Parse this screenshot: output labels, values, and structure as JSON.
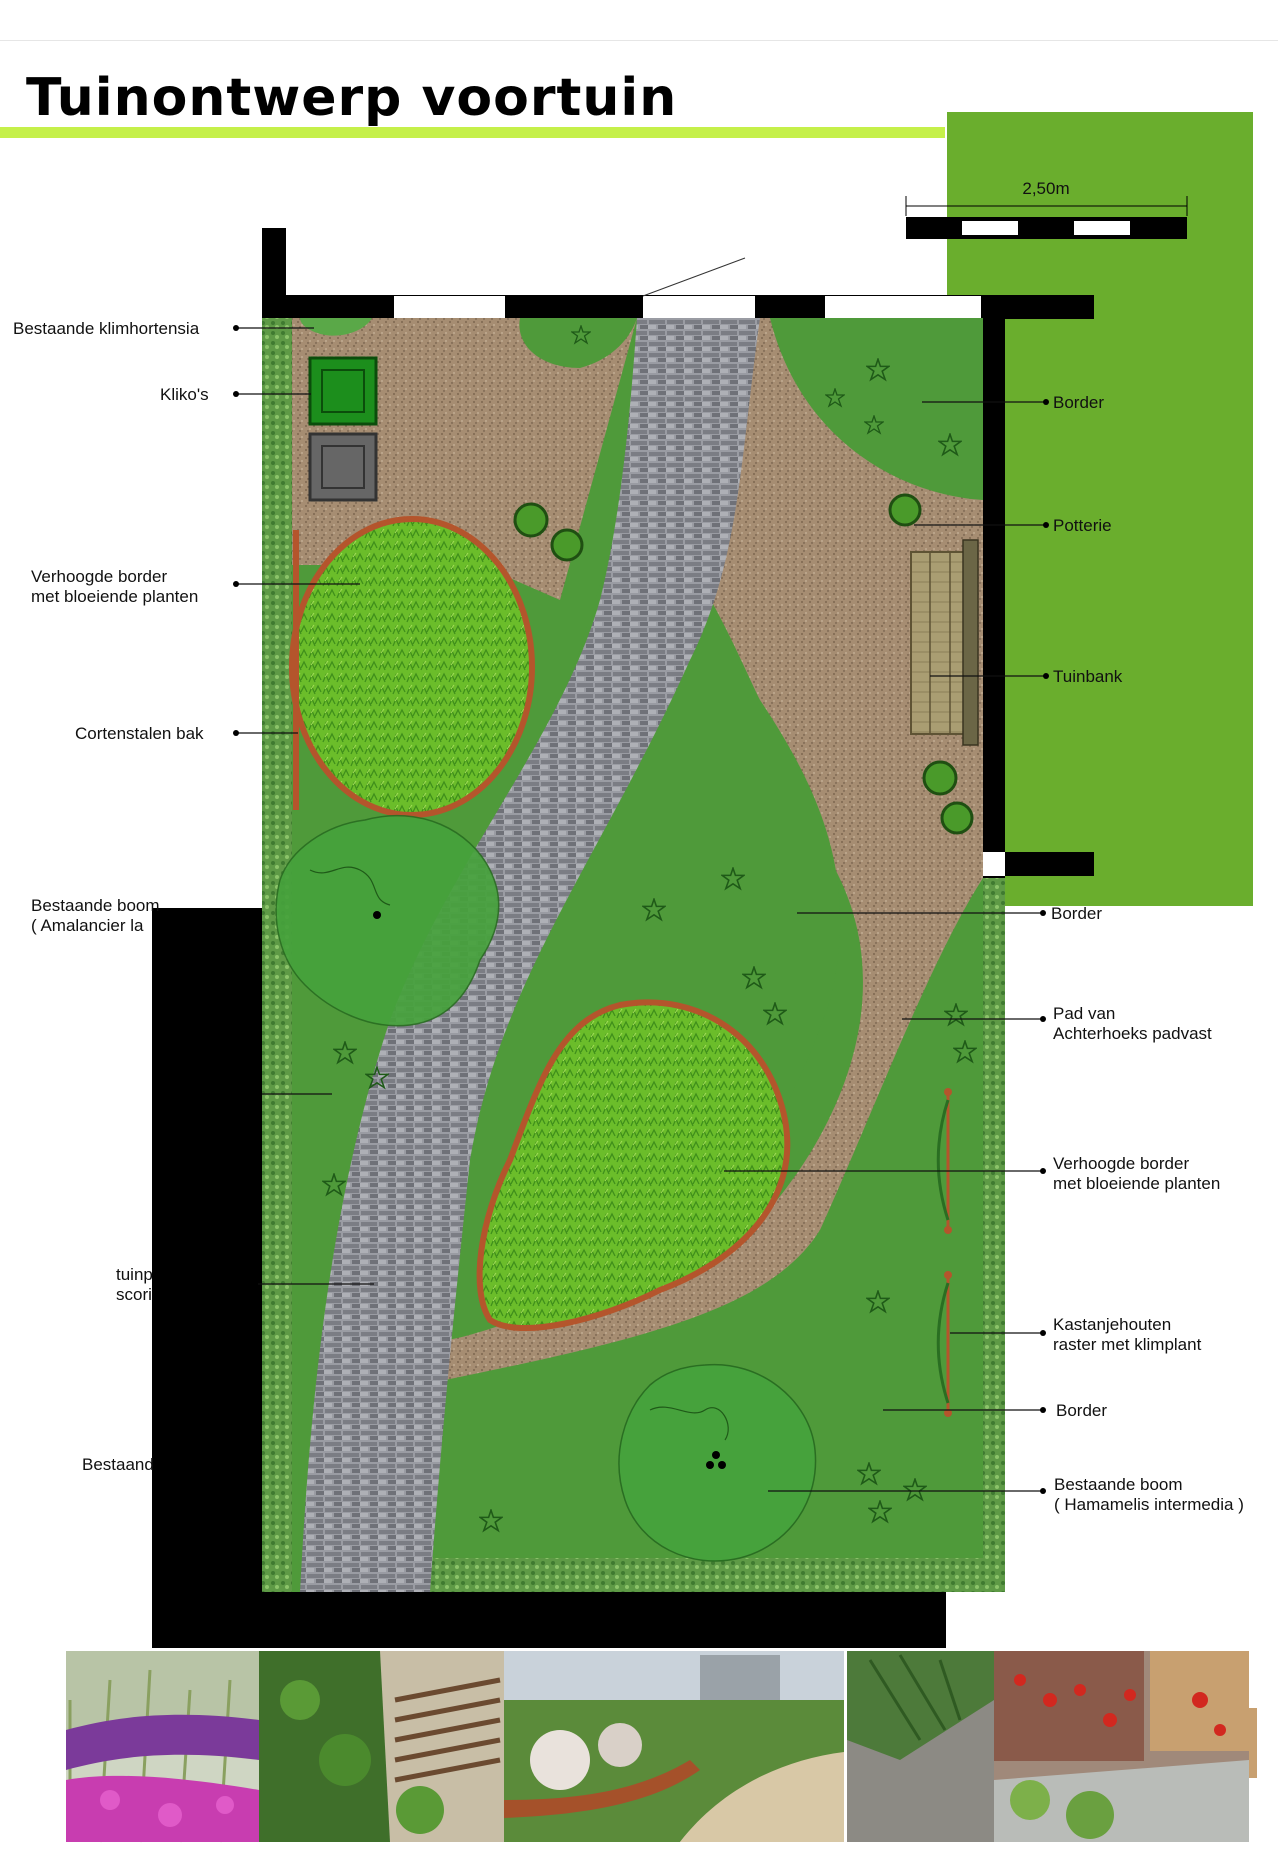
{
  "title": "Tuinontwerp voortuin",
  "scale_label": "2,50m",
  "labels_left": {
    "klimhortensia": "Bestaande klimhortensia",
    "klikos": "Kliko's",
    "verhoogd1_l1": "Verhoogde border",
    "verhoogd1_l2": "met bloeiende planten",
    "cortenstaal": "Cortenstalen bak",
    "boom1_l1": "Bestaande boom",
    "boom1_l2": "( Amalancier la",
    "tuinpad_l1": "tuinp",
    "tuinpad_l2": "scori",
    "bestaand": "Bestaand"
  },
  "labels_right": {
    "border1": "Border",
    "potterie": "Potterie",
    "tuinbank": "Tuinbank",
    "border2": "Border",
    "pad_l1": "Pad van",
    "pad_l2": "Achterhoeks padvast",
    "verhoogd2_l1": "Verhoogde border",
    "verhoogd2_l2": "met bloeiende planten",
    "raster_l1": "Kastanjehouten",
    "raster_l2": "raster met klimplant",
    "border3": "Border",
    "boom2_l1": "Bestaande boom",
    "boom2_l2": "( Hamamelis intermedia )"
  },
  "colors": {
    "lawn": "#4f9a3a",
    "lime_block": "#6aae2d",
    "planting": "#6bbd2a",
    "gravel": "#a68d72",
    "corten": "#b4552c",
    "paving": "#8a8c92"
  }
}
